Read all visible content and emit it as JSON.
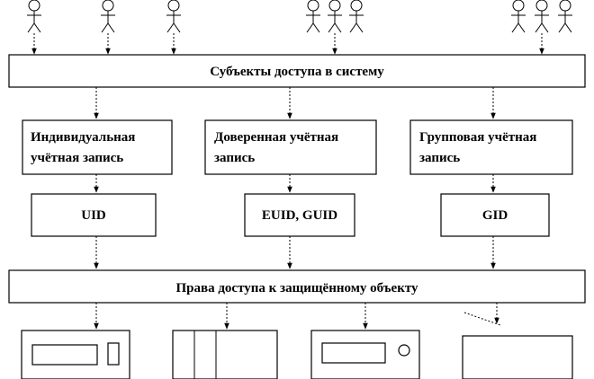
{
  "top_box": {
    "label": "Субъекты доступа в систему"
  },
  "accounts": [
    {
      "line1": "Индивидуальная",
      "line2": "учётная запись"
    },
    {
      "line1": "Доверенная учётная",
      "line2": "запись"
    },
    {
      "line1": "Групповая учётная",
      "line2": "запись"
    }
  ],
  "ids": [
    {
      "label": "UID"
    },
    {
      "label": "EUID, GUID"
    },
    {
      "label": "GID"
    }
  ],
  "rights_box": {
    "label": "Права доступа к защищённому объекту"
  },
  "icons": {
    "user": "person-icon",
    "objects": [
      "device-icon",
      "cabinet-icon",
      "device-with-knob-icon",
      "printer-icon"
    ]
  }
}
